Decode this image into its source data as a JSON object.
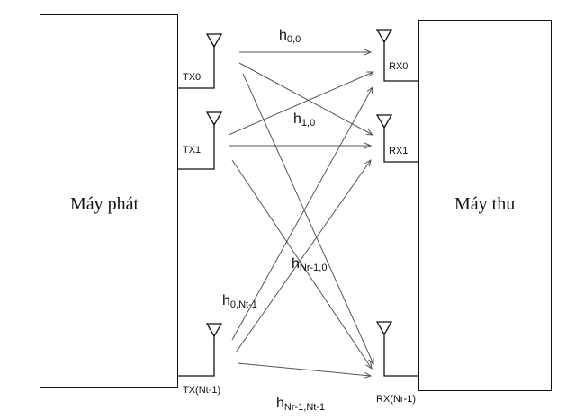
{
  "transmitter": {
    "label": "Máy phát"
  },
  "receiver": {
    "label": "Máy thu"
  },
  "tx_antennas": [
    "TX0",
    "TX1",
    "TX(Nt-1)"
  ],
  "rx_antennas": [
    "RX0",
    "RX1",
    "RX(Nr-1)"
  ],
  "channels": {
    "h00": {
      "base": "h",
      "sub": "0,0"
    },
    "h10": {
      "base": "h",
      "sub": "1,0"
    },
    "hNr0": {
      "base": "h",
      "sub": "Nr-1,0"
    },
    "h0Nt": {
      "base": "h",
      "sub": "0,Nt-1"
    },
    "hNrNt": {
      "base": "h",
      "sub": "Nr-1,Nt-1"
    }
  }
}
